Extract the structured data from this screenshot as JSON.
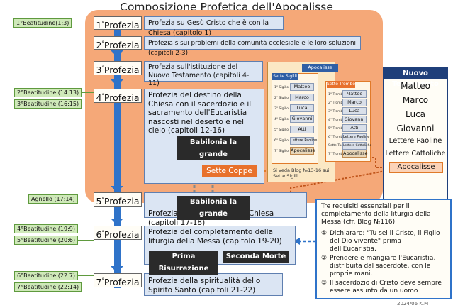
{
  "title": "Composizione Profetica dell'Apocalisse",
  "prophecies": [
    {
      "num": "1",
      "label": "Profezia",
      "desc": "Profezia su Gesù Cristo che è con la Chiesa (capitolo 1)"
    },
    {
      "num": "2",
      "label": "Profezia",
      "desc": "Profezia s sui problemi della comunità ecclesiale e le loro soluzioni (capitoli 2-3)"
    },
    {
      "num": "3",
      "label": "Profezia",
      "desc": "Profezia sull'istituzione del Nuovo Testamento (capitoli 4-11)"
    },
    {
      "num": "4",
      "label": "Profezia",
      "desc": "Profezia del destino della Chiesa con il sacerdozio e il sacramento dell'Eucaristia nascosti nel deserto e nel cielo (capitoli 12-16)"
    },
    {
      "num": "5",
      "label": "Profezia",
      "desc": "Profezia della caduta della Chiesa (capitoli 17-18)"
    },
    {
      "num": "6",
      "label": "Profezia",
      "desc": "Profezia del completamento della liturgia della Messa (capitolo 19-20)"
    },
    {
      "num": "7",
      "label": "Profezia",
      "desc": "Profezia della spiritualità dello Spirito Santo (capitoli 21-22)"
    }
  ],
  "beatitudes": {
    "b1": "1°Beatitudine(1:3)",
    "b2": "2°Beatitudine (14:13)",
    "b3": "3°Beatitudine (16:15)",
    "agnello": "Agnello (17:14)",
    "b4": "4°Beatitudine (19:9)",
    "b5": "5°Beatitudine (20:6)",
    "b6": "6°Beatitudine (22:7)",
    "b7": "7°Beatitudine (22:14)"
  },
  "labels": {
    "babilonia_1": "Babilonia la grande",
    "babilonia_2": "Babilonia la grande",
    "sette_coppe": "Sette Coppe",
    "prima_risurrezione": "Prima Risurrezione",
    "seconda_morte": "Seconda Morte"
  },
  "apocalisse_panel": {
    "head": "Apocalisse",
    "sigilli_head": "Sette Sigilli",
    "trombe_head": "Sette Trombe",
    "sigilli": [
      {
        "n": "1° Sigillo",
        "t": "Matteo"
      },
      {
        "n": "2° Sigillo",
        "t": "Marco"
      },
      {
        "n": "3° Sigillo",
        "t": "Luca"
      },
      {
        "n": "4° Sigillo",
        "t": "Giovanni"
      },
      {
        "n": "5° Sigillo",
        "t": "Atti"
      },
      {
        "n": "6° Sigillo",
        "t": "Lettere Paoline"
      },
      {
        "n": "7° Sigillo",
        "t": "Apocalisse"
      }
    ],
    "trombe": [
      {
        "n": "1° Tromba",
        "t": "Matteo"
      },
      {
        "n": "2° Tromba",
        "t": "Marco"
      },
      {
        "n": "3° Tromba",
        "t": "Luca"
      },
      {
        "n": "4° Tromba",
        "t": "Giovanni"
      },
      {
        "n": "5° Tromba",
        "t": "Atti"
      },
      {
        "n": "6° Tromba",
        "t": "Lettere Paoline"
      },
      {
        "n": "Sette Tuoni",
        "t": "Lettere Cattoliche"
      },
      {
        "n": "7° Tromba",
        "t": "Apocalisse"
      }
    ],
    "note": "Si veda Blog №13-16 sui Sette Sigilli."
  },
  "nuovo_testamento": {
    "head": "Nuovo Testamento",
    "items": [
      "Matteo",
      "Marco",
      "Luca",
      "Giovanni",
      "Lettere Paoline",
      "Lettere Cattoliche"
    ],
    "apocalisse": "Apocalisse"
  },
  "requisiti": {
    "intro": "Tre requisiti essenziali per il completamento della liturgia della Messa (cfr. Blog №116)",
    "items": [
      {
        "mark": "①",
        "text": "Dichiarare: \"Tu sei il Cristo, il Figlio del Dio vivente\" prima dell'Eucaristia."
      },
      {
        "mark": "②",
        "text": "Prendere e mangiare l'Eucaristia, distribuita dal sacerdote, con le proprie mani."
      },
      {
        "mark": "③",
        "text": "Il sacerdozio di Cristo deve sempre essere assunto da un uomo"
      }
    ]
  },
  "date": "2024/06 K.M",
  "colors": {
    "orange_bg": "#f5a878",
    "spine_blue": "#2f73c9",
    "desc_blue": "#dbe5f3",
    "beat_green": "#cfe9b9",
    "navy": "#1f3f7a",
    "orange_accent": "#e8712c"
  }
}
